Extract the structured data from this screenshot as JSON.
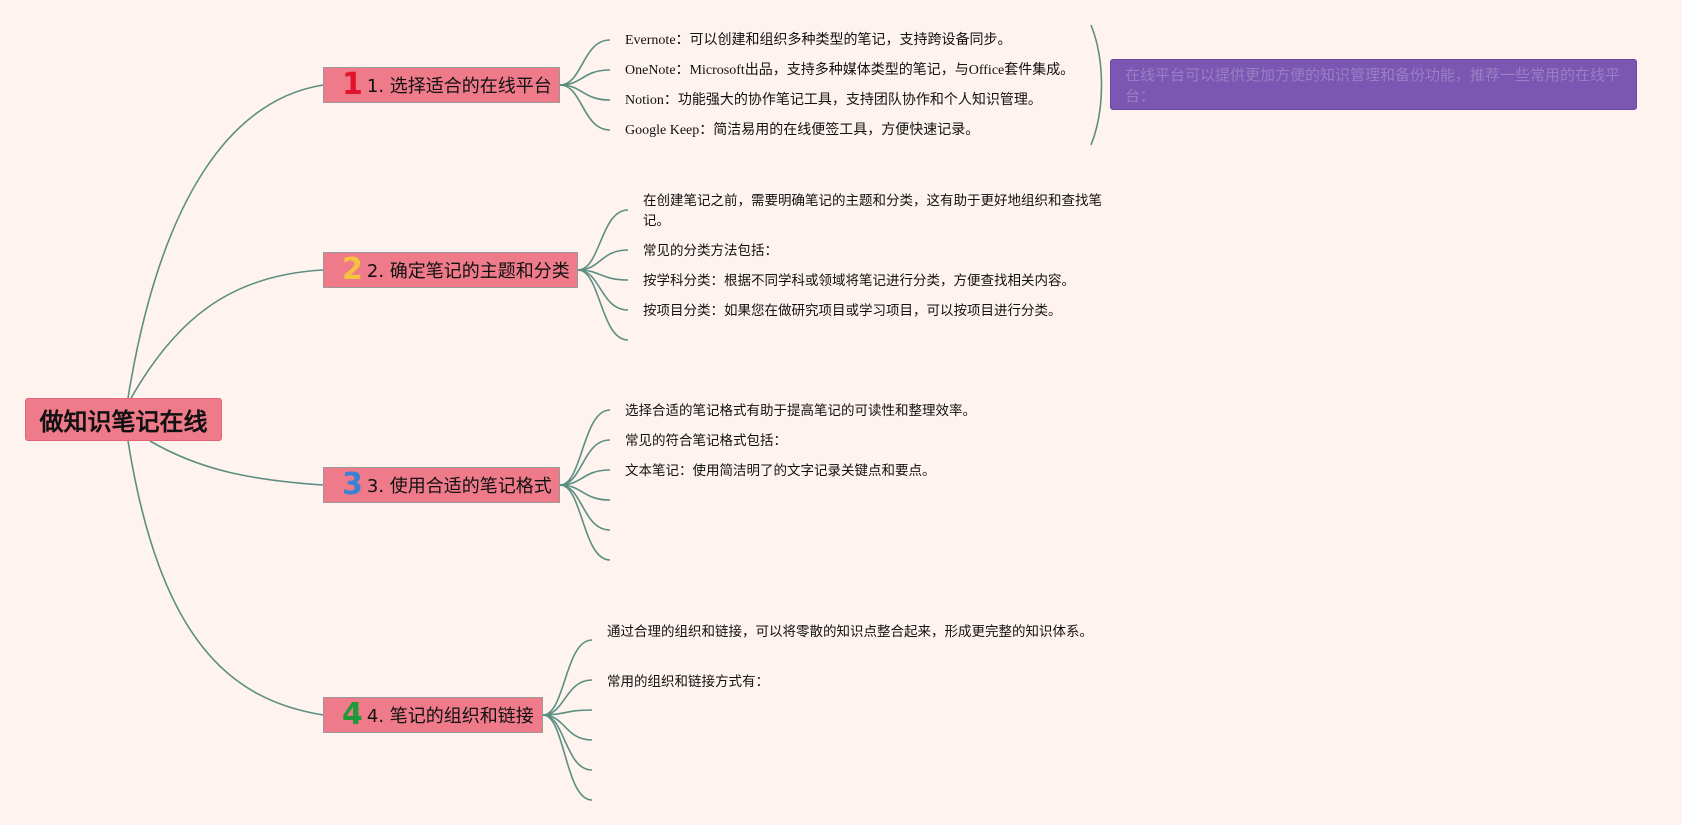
{
  "root": {
    "label": "做知识笔记在线"
  },
  "branches": [
    {
      "num": "1",
      "num_color": "#e0142c",
      "label": "1. 选择适合的在线平台",
      "items": [
        "Evernote：可以创建和组织多种类型的笔记，支持跨设备同步。",
        "OneNote：Microsoft出品，支持多种媒体类型的笔记，与Office套件集成。",
        "Notion：功能强大的协作笔记工具，支持团队协作和个人知识管理。",
        "Google Keep：简洁易用的在线便签工具，方便快速记录。"
      ],
      "note": "在线平台可以提供更加方便的知识管理和备份功能，推荐一些常用的在线平台："
    },
    {
      "num": "2",
      "num_color": "#f4c23e",
      "label": "2. 确定笔记的主题和分类",
      "items": [
        "在创建笔记之前，需要明确笔记的主题和分类，这有助于更好地组织和查找笔记。",
        "常见的分类方法包括：",
        "按学科分类：根据不同学科或领域将笔记进行分类，方便查找相关内容。",
        "按项目分类：如果您在做研究项目或学习项目，可以按项目进行分类。"
      ]
    },
    {
      "num": "3",
      "num_color": "#3b82d6",
      "label": "3. 使用合适的笔记格式",
      "items": [
        "选择合适的笔记格式有助于提高笔记的可读性和整理效率。",
        "常见的符合笔记格式包括：",
        "文本笔记：使用简洁明了的文字记录关键点和要点。"
      ]
    },
    {
      "num": "4",
      "num_color": "#1e9a3a",
      "label": "4. 笔记的组织和链接",
      "items": [
        "通过合理的组织和链接，可以将零散的知识点整合起来，形成更完整的知识体系。",
        "常用的组织和链接方式有："
      ]
    }
  ],
  "colors": {
    "background": "#fff3ef",
    "topic_fill": "#ee7a8a",
    "link": "#5b8f82",
    "note_fill": "#7b56b2"
  }
}
